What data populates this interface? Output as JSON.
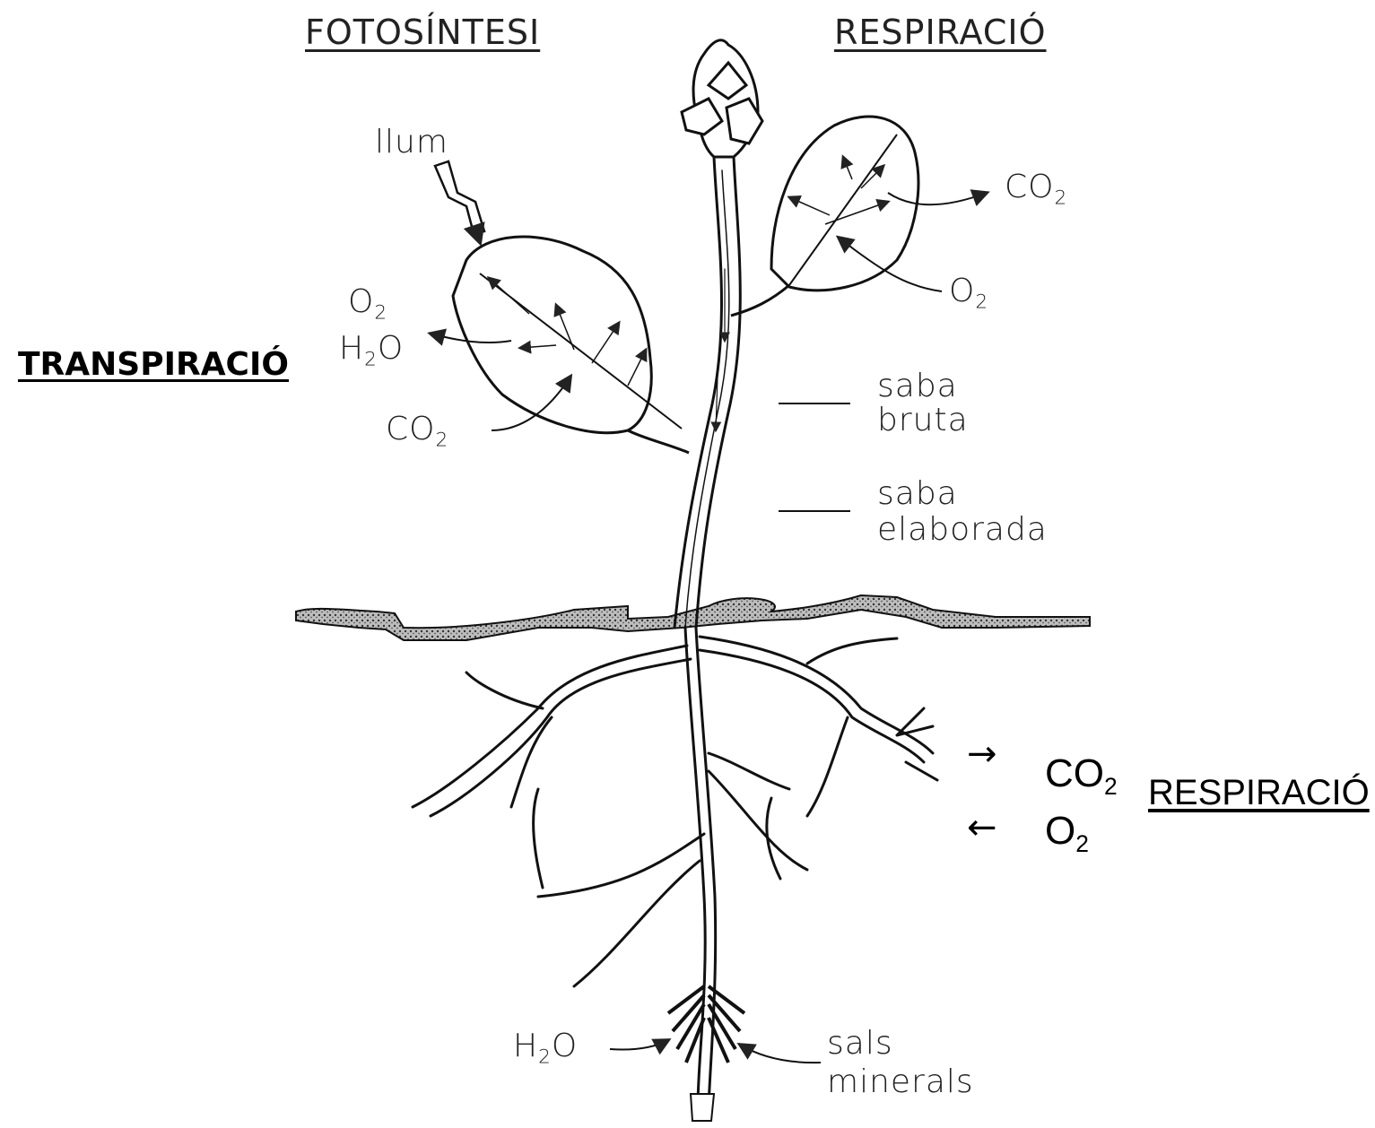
{
  "headers": {
    "photosynthesis": "FOTOSÍNTESI",
    "respiration": "RESPIRACIÓ"
  },
  "labels": {
    "light": "llum",
    "transpiration": "TRANSPIRACIÓ",
    "o2_leaf": "O",
    "o2_leaf_sub": "2",
    "h2o_leaf_h": "H",
    "h2o_leaf_sub": "2",
    "h2o_leaf_o": "O",
    "co2_leaf_in": "CO",
    "co2_leaf_in_sub": "2",
    "co2_leaf_out": "CO",
    "co2_leaf_out_sub": "2",
    "o2_leaf_in": "O",
    "o2_leaf_in_sub": "2",
    "raw_sap_1": "saba",
    "raw_sap_2": "bruta",
    "processed_sap_1": "saba",
    "processed_sap_2": "elaborada",
    "root_co2": "CO",
    "root_co2_sub": "2",
    "root_o2": "O",
    "root_o2_sub": "2",
    "root_respiration": "RESPIRACIÓ",
    "root_arrow_out": "→",
    "root_arrow_in": "←",
    "root_h2o_h": "H",
    "root_h2o_sub": "2",
    "root_h2o_o": "O",
    "salts_1": "sals",
    "salts_2": "minerals"
  }
}
